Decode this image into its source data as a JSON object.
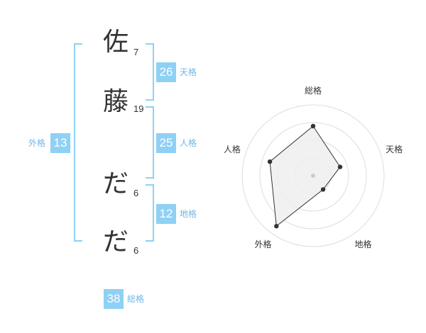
{
  "name": {
    "chars": [
      {
        "char": "佐",
        "strokes": "7"
      },
      {
        "char": "藤",
        "strokes": "19"
      },
      {
        "char": "だ",
        "strokes": "6"
      },
      {
        "char": "だ",
        "strokes": "6"
      }
    ]
  },
  "fortunes": {
    "tenkaku": {
      "value": "26",
      "label": "天格"
    },
    "jinkaku": {
      "value": "25",
      "label": "人格"
    },
    "chikaku": {
      "value": "12",
      "label": "地格"
    },
    "gaikaku": {
      "value": "13",
      "label": "外格"
    },
    "soukaku": {
      "value": "38",
      "label": "総格"
    }
  },
  "colors": {
    "accent": "#8fd0f5",
    "label": "#6fb6e8",
    "text": "#333333",
    "radar_fill": "#eeeeee",
    "radar_ring": "#dddddd"
  },
  "chart_data": {
    "type": "radar",
    "categories": [
      "総格",
      "天格",
      "地格",
      "外格",
      "人格"
    ],
    "values": [
      3.5,
      2,
      1.2,
      4.4,
      3.2
    ],
    "rlim": [
      0,
      5
    ],
    "rings": 4,
    "grid": true,
    "legend": "none"
  }
}
